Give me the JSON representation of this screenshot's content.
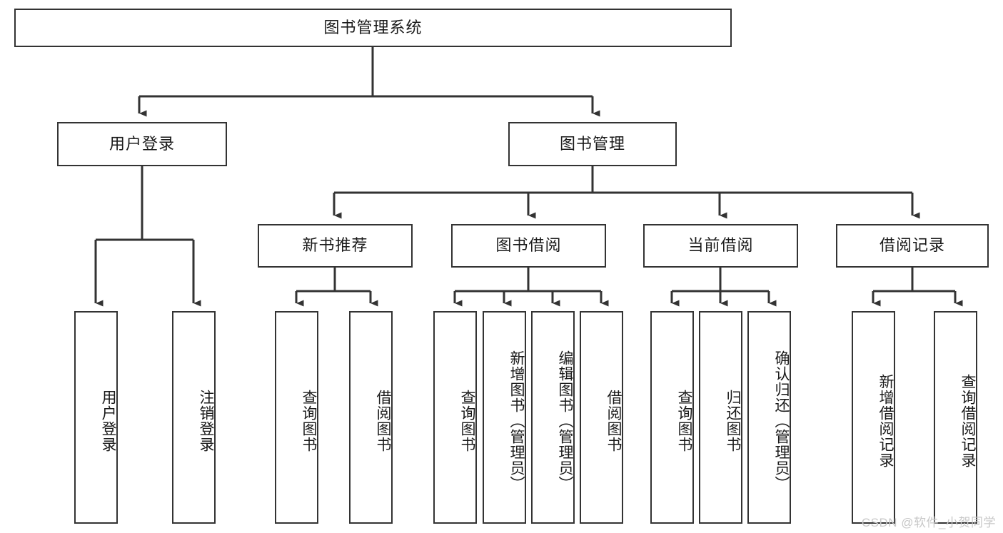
{
  "diagram": {
    "type": "tree-hierarchy-chart",
    "title": "图书管理系统",
    "root": {
      "id": "root",
      "label": "图书管理系统",
      "orientation": "horizontal"
    },
    "level2": [
      {
        "id": "user-login",
        "label": "用户登录",
        "orientation": "horizontal"
      },
      {
        "id": "book-manage",
        "label": "图书管理",
        "orientation": "horizontal"
      }
    ],
    "level3": [
      {
        "id": "new-book-recommend",
        "label": "新书推荐",
        "orientation": "horizontal",
        "parent": "book-manage"
      },
      {
        "id": "book-borrow",
        "label": "图书借阅",
        "orientation": "horizontal",
        "parent": "book-manage"
      },
      {
        "id": "current-borrow",
        "label": "当前借阅",
        "orientation": "horizontal",
        "parent": "book-manage"
      },
      {
        "id": "borrow-record",
        "label": "借阅记录",
        "orientation": "horizontal",
        "parent": "book-manage"
      }
    ],
    "leaves": [
      {
        "id": "leaf-user-login",
        "label": "用户登录",
        "orientation": "vertical",
        "parent": "user-login"
      },
      {
        "id": "leaf-logout",
        "label": "注销登录",
        "orientation": "vertical",
        "parent": "user-login"
      },
      {
        "id": "leaf-query-book-1",
        "label": "查询图书",
        "orientation": "vertical",
        "parent": "new-book-recommend"
      },
      {
        "id": "leaf-borrow-book-1",
        "label": "借阅图书",
        "orientation": "vertical",
        "parent": "new-book-recommend"
      },
      {
        "id": "leaf-query-book-2",
        "label": "查询图书",
        "orientation": "vertical",
        "parent": "book-borrow"
      },
      {
        "id": "leaf-add-book",
        "label": "新增图书（管理员）",
        "orientation": "vertical",
        "parent": "book-borrow"
      },
      {
        "id": "leaf-edit-book",
        "label": "编辑图书（管理员）",
        "orientation": "vertical",
        "parent": "book-borrow"
      },
      {
        "id": "leaf-borrow-book-2",
        "label": "借阅图书",
        "orientation": "vertical",
        "parent": "book-borrow"
      },
      {
        "id": "leaf-query-book-3",
        "label": "查询图书",
        "orientation": "vertical",
        "parent": "current-borrow"
      },
      {
        "id": "leaf-return-book",
        "label": "归还图书",
        "orientation": "vertical",
        "parent": "current-borrow"
      },
      {
        "id": "leaf-confirm-return",
        "label": "确认归还（管理员）",
        "orientation": "vertical",
        "parent": "current-borrow"
      },
      {
        "id": "leaf-add-record",
        "label": "新增借阅记录",
        "orientation": "vertical",
        "parent": "borrow-record"
      },
      {
        "id": "leaf-query-record",
        "label": "查询借阅记录",
        "orientation": "vertical",
        "parent": "borrow-record"
      }
    ]
  },
  "watermark": {
    "text": "CSDN @软件_小贺同学"
  },
  "colors": {
    "border": "#333333",
    "background": "#ffffff",
    "text": "#1a1a1a",
    "watermark": "#c8c8c8"
  }
}
